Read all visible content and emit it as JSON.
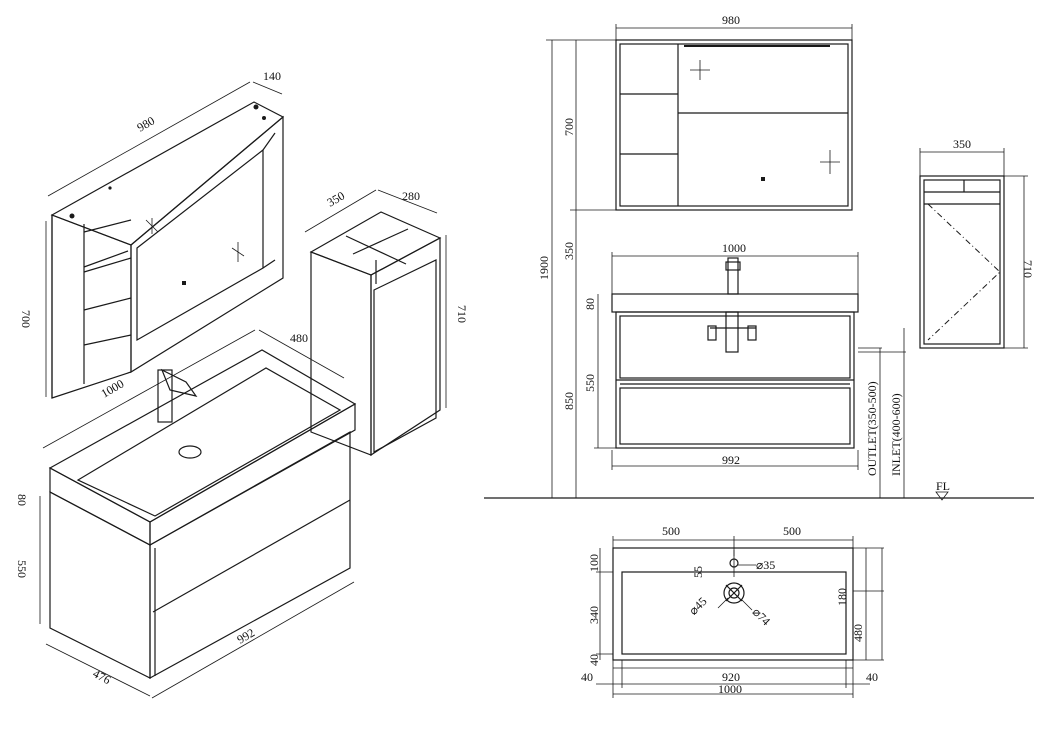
{
  "colors": {
    "line": "#1a1a1a",
    "background": "#ffffff"
  },
  "iso": {
    "mirror_width": "980",
    "mirror_depth": "140",
    "mirror_height": "700",
    "side_width": "350",
    "side_depth": "280",
    "side_height": "710",
    "vanity_width": "1000",
    "vanity_depth": "480",
    "vanity_bottom_width": "992",
    "vanity_bottom_depth": "476",
    "top_thickness": "80",
    "drawer_height": "550"
  },
  "front": {
    "mirror_width": "980",
    "mirror_height": "700",
    "gap": "350",
    "total_height": "1900",
    "vanity_width": "1000",
    "top_thickness": "80",
    "drawer_height": "550",
    "vanity_height": "850",
    "bottom_width": "992",
    "outlet": "OUTLET(350-500)",
    "inlet": "INLET(400-600)",
    "floor": "FL"
  },
  "side": {
    "width": "350",
    "height": "710"
  },
  "plan": {
    "left_half": "500",
    "right_half": "500",
    "top_margin": "100",
    "basin_depth": "340",
    "bottom_margin": "40",
    "left_margin": "40",
    "right_margin": "40",
    "inner_width": "920",
    "total_width": "1000",
    "right_upper": "180",
    "right_total": "480",
    "tap_offset": "55",
    "tap_hole": "⌀35",
    "drain_hole": "⌀45",
    "drain_outer": "⌀74"
  }
}
